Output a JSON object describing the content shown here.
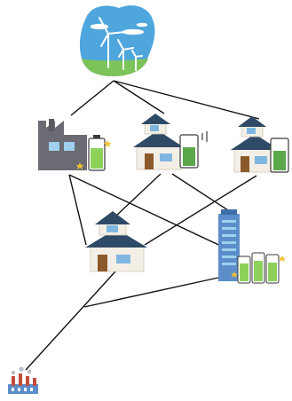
{
  "diagram": {
    "nodes": [
      {
        "id": "wind",
        "icon": "wind-turbines-icon"
      },
      {
        "id": "factory",
        "icon": "factory-with-battery-icon"
      },
      {
        "id": "house_a",
        "icon": "house-with-battery-icon"
      },
      {
        "id": "house_b",
        "icon": "house-with-battery-icon"
      },
      {
        "id": "house_c",
        "icon": "house-icon"
      },
      {
        "id": "office",
        "icon": "office-building-with-batteries-icon"
      },
      {
        "id": "plant",
        "icon": "power-plant-icon"
      }
    ],
    "edges": [
      [
        "wind",
        "factory"
      ],
      [
        "wind",
        "house_a"
      ],
      [
        "wind",
        "house_b"
      ],
      [
        "factory",
        "house_c"
      ],
      [
        "factory",
        "office"
      ],
      [
        "house_a",
        "house_c"
      ],
      [
        "house_a",
        "office"
      ],
      [
        "house_b",
        "house_c"
      ],
      [
        "house_c",
        "plant"
      ],
      [
        "office",
        "plant"
      ]
    ],
    "colors": {
      "sky": "#4ea6dd",
      "grass": "#7cc35a",
      "factory": "#6b6b73",
      "battery": "#8ed15a",
      "roof": "#2f4a66",
      "wall": "#f4efe6",
      "door": "#8b5a2b",
      "building": "#5b8ec9",
      "line": "#111111"
    }
  }
}
